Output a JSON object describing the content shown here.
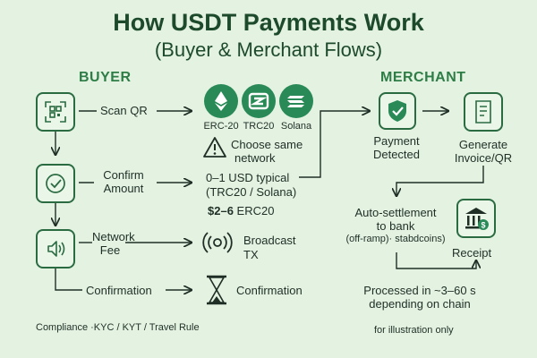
{
  "title": "How USDT Payments Work",
  "subtitle": "(Buyer & Merchant Flows)",
  "buyer": {
    "heading": "BUYER",
    "steps": [
      {
        "label": "Scan QR",
        "icon": "qr-code-icon"
      },
      {
        "label_line1": "Confirm",
        "label_line2": "Amount",
        "icon": "checkmark-icon"
      },
      {
        "label_line1": "Network",
        "label_line2": "Fee",
        "icon": "speaker-icon"
      },
      {
        "label": "Confirmation"
      }
    ]
  },
  "networks": {
    "tokens": [
      {
        "label": "ERC-20",
        "icon": "ethereum-icon"
      },
      {
        "label": "TRC20",
        "icon": "tron-icon"
      },
      {
        "label": "Solana",
        "icon": "solana-icon"
      }
    ],
    "warning_line1": "Choose same",
    "warning_line2": "network",
    "fee_line1": "0–1 USD typical",
    "fee_line2": "(TRC20 / Solana)",
    "fee_erc_amount": "$2–6",
    "fee_erc_label": "ERC20",
    "broadcast_line1": "Broadcast",
    "broadcast_line2": "TX",
    "confirmation_label": "Confirmation"
  },
  "merchant": {
    "heading": "MERCHANT",
    "payment_line1": "Payment",
    "payment_line2": "Detected",
    "invoice_line1": "Generate",
    "invoice_line2": "Invoice/QR",
    "settle_line1": "Auto-settlement",
    "settle_line2": "to bank",
    "settle_line3": "(off-ramp)· stabdcoins)",
    "receipt_label": "Receipt",
    "processed_line1": "Processed in ~3–60 s",
    "processed_line2": "depending on chain"
  },
  "footer": {
    "compliance": "Compliance ·KYC / KYT / Travel Rule",
    "note": "for illustration only"
  },
  "colors": {
    "background": "#e3f2e1",
    "accent_green": "#2e7d46",
    "dark_green": "#1e4a2c",
    "token_green": "#2a8a57"
  }
}
